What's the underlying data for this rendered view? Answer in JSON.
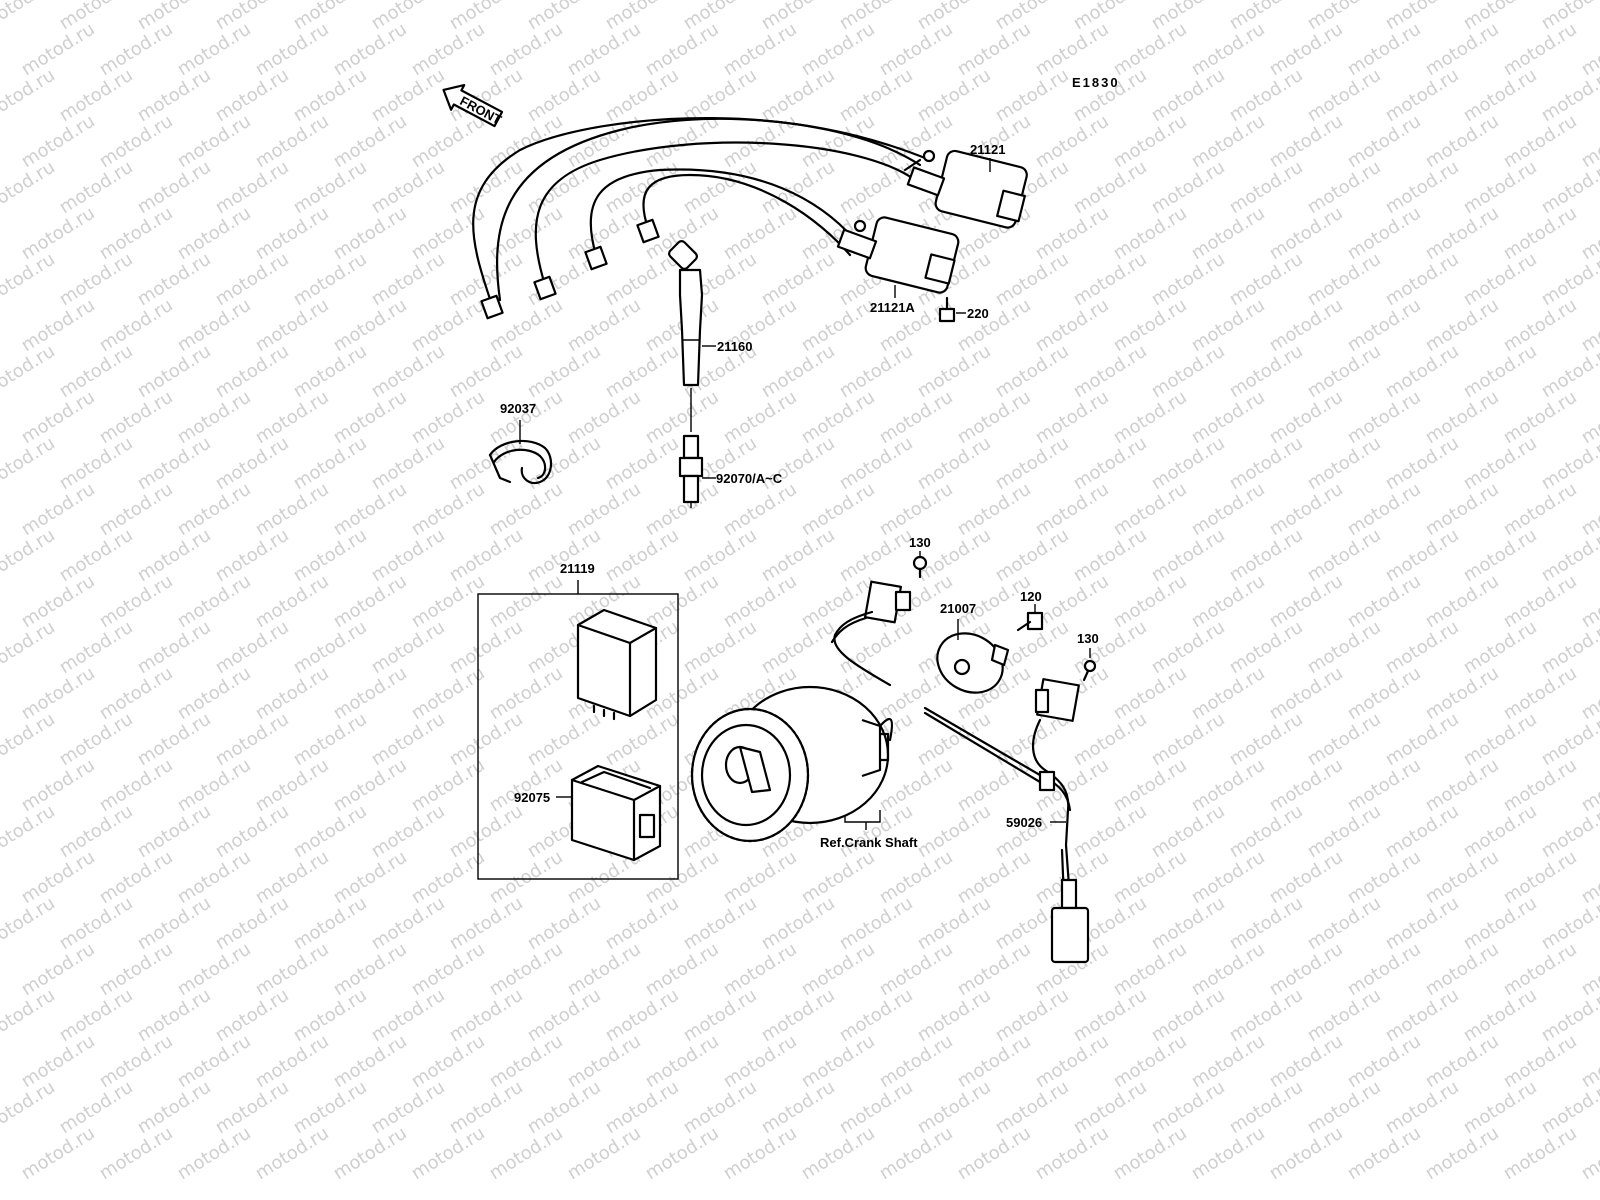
{
  "diagram": {
    "code": "E1830",
    "front_label": "FRONT",
    "watermark": "motod.ru",
    "parts": {
      "coil_rear": "21121",
      "coil_front": "21121A",
      "coil_bolt": "220",
      "plug_cap": "21160",
      "clamp": "92037",
      "spark_plug": "92070/A~C",
      "igniter_group": "21119",
      "igniter_rubber": "92075",
      "pickup_bolt_left": "130",
      "rotor": "21007",
      "rotor_bolt": "120",
      "pickup_bolt_right": "130",
      "harness": "59026",
      "crank_ref": "Ref.Crank Shaft"
    }
  }
}
